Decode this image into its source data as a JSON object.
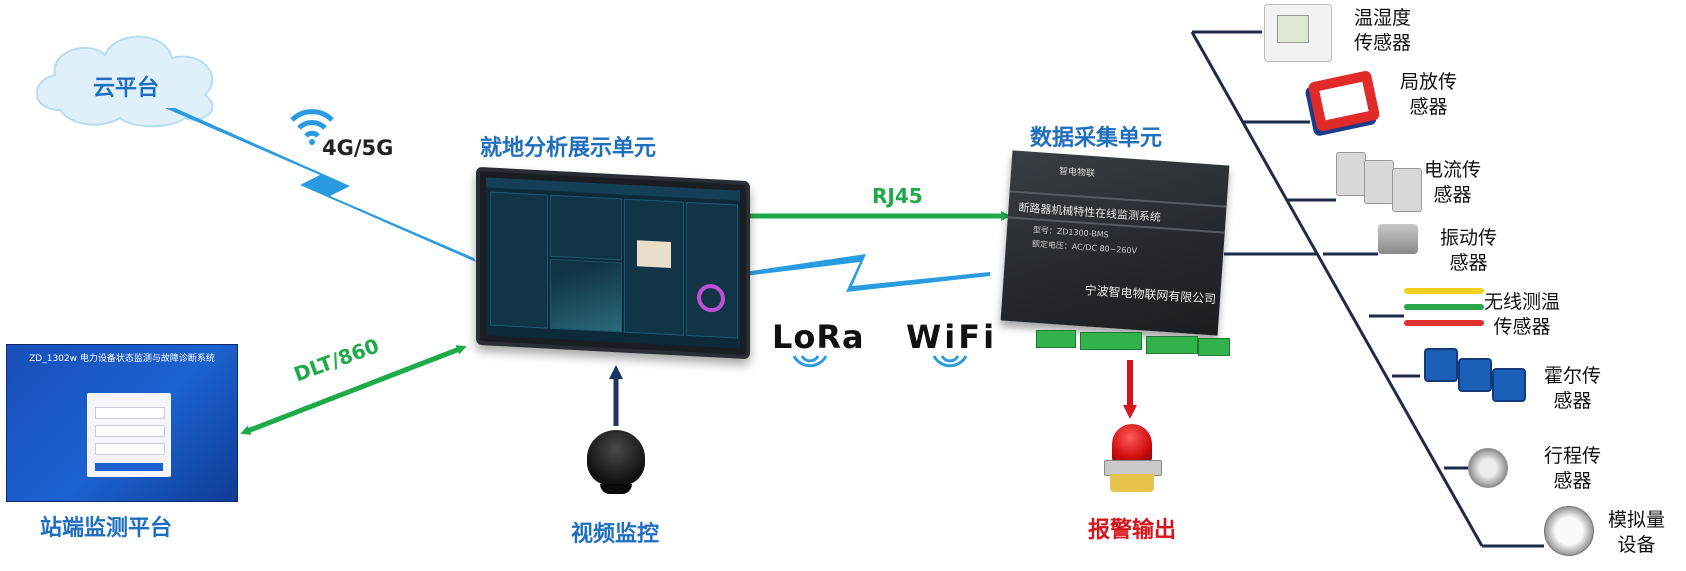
{
  "colors": {
    "accent_blue": "#1f6fbf",
    "link_green": "#1faa4a",
    "alarm_red": "#d8141b",
    "wireless_blue": "#2a9be0",
    "bus_line": "#1e2a4a"
  },
  "cloud": {
    "label": "云平台",
    "link_label": "4G/5G",
    "icon": "wifi-icon"
  },
  "station": {
    "label": "站端监测平台",
    "link_label": "DLT/860",
    "screen_title": "ZD_1302w 电力设备状态监测与故障诊断系统"
  },
  "display_unit": {
    "label": "就地分析展示单元"
  },
  "video": {
    "label": "视频监控",
    "icon": "camera-icon"
  },
  "collector": {
    "label": "数据采集单元",
    "link_label": "RJ45",
    "brand": "智电物联",
    "system_name": "断路器机械特性在线监测系统",
    "model": "型号：ZD1300-BMS",
    "voltage": "额定电压：AC/DC 80~260V",
    "company": "宁波智电物联网有限公司"
  },
  "wireless": {
    "lora": "LoRa",
    "wifi": "WiFi"
  },
  "alarm": {
    "label": "报警输出",
    "icon": "alarm-light-icon"
  },
  "sensors": [
    {
      "line1": "温湿度",
      "line2": "传感器"
    },
    {
      "line1": "局放传",
      "line2": "感器"
    },
    {
      "line1": "电流传",
      "line2": "感器"
    },
    {
      "line1": "振动传",
      "line2": "感器"
    },
    {
      "line1": "无线测温",
      "line2": "传感器"
    },
    {
      "line1": "霍尔传",
      "line2": "感器"
    },
    {
      "line1": "行程传",
      "line2": "感器"
    },
    {
      "line1": "模拟量",
      "line2": "设备"
    }
  ]
}
